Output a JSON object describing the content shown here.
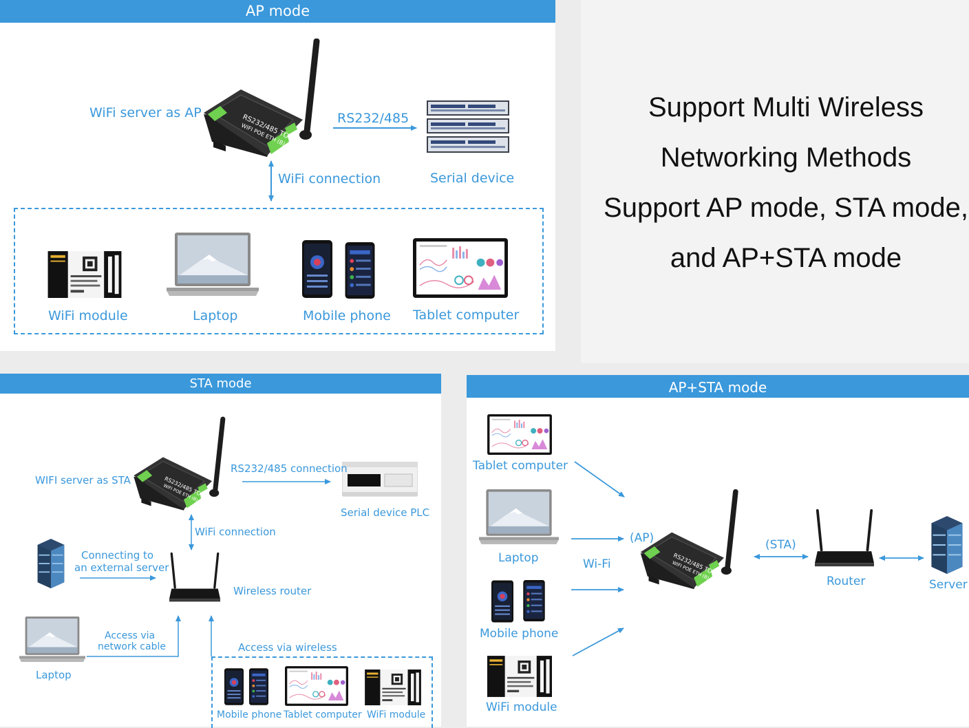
{
  "headline": {
    "line1": "Support Multi Wireless",
    "line2": "Networking Methods",
    "line3": "Support AP mode, STA mode,",
    "line4": "and AP+STA mode"
  },
  "ap_mode": {
    "title": "AP mode",
    "server_label": "WiFi server as AP",
    "rs_label": "RS232/485",
    "wifi_label": "WiFi connection",
    "serial_label": "Serial device",
    "clients": {
      "wifi_module": "WiFi module",
      "laptop": "Laptop",
      "mobile": "Mobile phone",
      "tablet": "Tablet computer"
    }
  },
  "sta_mode": {
    "title": "STA mode",
    "server_label": "WIFI server as STA",
    "rs_label": "RS232/485 connection",
    "plc_label": "Serial device PLC",
    "wifi_label": "WiFi connection",
    "ext_line1": "Connecting to",
    "ext_line2": "an external server",
    "router_label": "Wireless router",
    "cable_line1": "Access via",
    "cable_line2": "network cable",
    "laptop_label": "Laptop",
    "wireless_label": "Access via wireless",
    "clients": {
      "mobile": "Mobile phone",
      "tablet": "Tablet computer",
      "wifi_module": "WiFi module"
    }
  },
  "apsta_mode": {
    "title": "AP+STA mode",
    "tablet": "Tablet computer",
    "laptop": "Laptop",
    "mobile": "Mobile phone",
    "wifi_module": "WiFi module",
    "wifi": "Wi-Fi",
    "ap": "(AP)",
    "sta": "(STA)",
    "router": "Router",
    "server": "Server"
  },
  "colors": {
    "accent": "#3a98db",
    "device": "#2a2a2a",
    "port": "#6fd14f"
  },
  "icons": [
    "gateway-device-icon",
    "serial-device-icon",
    "wifi-module-icon",
    "laptop-icon",
    "mobile-phone-icon",
    "tablet-icon",
    "plc-icon",
    "server-icon",
    "router-icon"
  ]
}
